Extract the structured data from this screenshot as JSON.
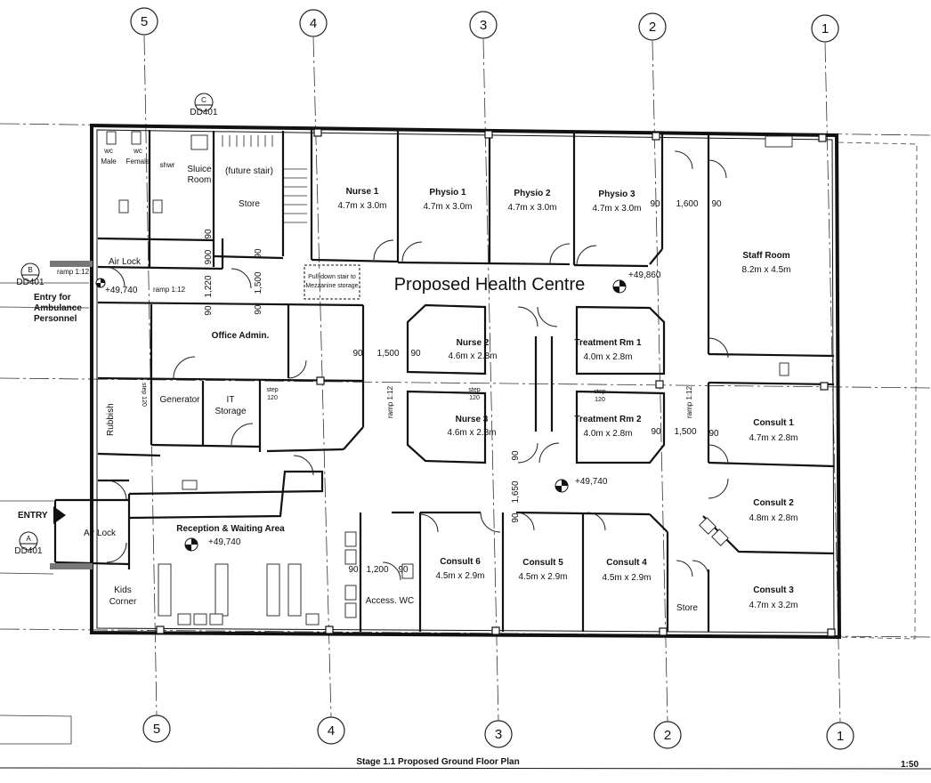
{
  "title": "Proposed Health Centre",
  "footer": {
    "caption": "Stage 1.1 Proposed Ground Floor Plan",
    "scale": "1:50"
  },
  "grid_labels": [
    "5",
    "4",
    "3",
    "2",
    "1"
  ],
  "section_markers": [
    {
      "letter": "C",
      "ref": "DD401"
    },
    {
      "letter": "B",
      "ref": "DD401"
    },
    {
      "letter": "A",
      "ref": "DD401"
    }
  ],
  "rooms": {
    "nurse1": {
      "name": "Nurse 1",
      "size": "4.7m x 3.0m"
    },
    "physio1": {
      "name": "Physio 1",
      "size": "4.7m x 3.0m"
    },
    "physio2": {
      "name": "Physio 2",
      "size": "4.7m x 3.0m"
    },
    "physio3": {
      "name": "Physio 3",
      "size": "4.7m x 3.0m"
    },
    "staff": {
      "name": "Staff Room",
      "size": "8.2m x 4.5m"
    },
    "nurse2": {
      "name": "Nurse 2",
      "size": "4.6m x 2.8m"
    },
    "nurse3": {
      "name": "Nurse 3",
      "size": "4.6m x 2.8m"
    },
    "treat1": {
      "name": "Treatment Rm 1",
      "size": "4.0m x 2.8m"
    },
    "treat2": {
      "name": "Treatment Rm 2",
      "size": "4.0m x 2.8m"
    },
    "consult1": {
      "name": "Consult 1",
      "size": "4.7m x 2.8m"
    },
    "consult2": {
      "name": "Consult 2",
      "size": "4.8m x 2.8m"
    },
    "consult3": {
      "name": "Consult 3",
      "size": "4.7m x 3.2m"
    },
    "consult4": {
      "name": "Consult 4",
      "size": "4.5m x 2.9m"
    },
    "consult5": {
      "name": "Consult 5",
      "size": "4.5m x 2.9m"
    },
    "consult6": {
      "name": "Consult 6",
      "size": "4.5m x 2.9m"
    },
    "office": {
      "name": "Office Admin."
    },
    "reception": {
      "name": "Reception & Waiting Area"
    }
  },
  "minor_labels": {
    "wc_male": [
      "wc",
      "Male"
    ],
    "wc_female": [
      "wc",
      "Female"
    ],
    "shwr": "shwr",
    "sluice": [
      "Sluice",
      "Room"
    ],
    "future_stair": "(future stair)",
    "store_top": "Store",
    "airlock_top": "Air Lock",
    "ambulance": [
      "Entry for",
      "Ambulance",
      "Personnel"
    ],
    "pulldown": [
      "Pull-down stair to",
      "Mezzanine storage"
    ],
    "rubbish": "Rubbish",
    "generator": "Generator",
    "it_storage": [
      "IT",
      "Storage"
    ],
    "entry": "ENTRY",
    "airlock_entry": "Air Lock",
    "kids": [
      "Kids",
      "Corner"
    ],
    "access_wc": "Access. WC",
    "store_bottom": "Store"
  },
  "levels": {
    "airlock": "+49,740",
    "corridor": "+49,860",
    "centre": "+49,740",
    "reception": "+49,740"
  },
  "annotations": {
    "ramp_ambulance": "ramp 1:12",
    "ramp_inner": "ramp 1:12",
    "ramp_corridor": "ramp 1:12",
    "ramp_consult": "ramp 1:12",
    "step_it": [
      "step",
      "120"
    ],
    "step_nurse": [
      "step",
      "120"
    ],
    "step_treat": [
      "step",
      "120"
    ],
    "step_left": "step 120"
  },
  "dimensions": {
    "d1600": "1,600",
    "d90_a": "90",
    "d90_b": "90",
    "d1500": "1,500",
    "d90_c": "90",
    "d90_d": "90",
    "d1500b": "1,500",
    "d90_e": "90",
    "d90_f": "90",
    "d1650": "1,650",
    "d90_g": "90",
    "d90_h": "90",
    "d1200": "1,200",
    "d90_i": "90",
    "d90_j": "90",
    "v90_a": "90",
    "v900": "900",
    "v1220": "1,220",
    "v90_b": "90",
    "v90_c": "90",
    "v1500": "1,500",
    "v90_d": "90"
  }
}
